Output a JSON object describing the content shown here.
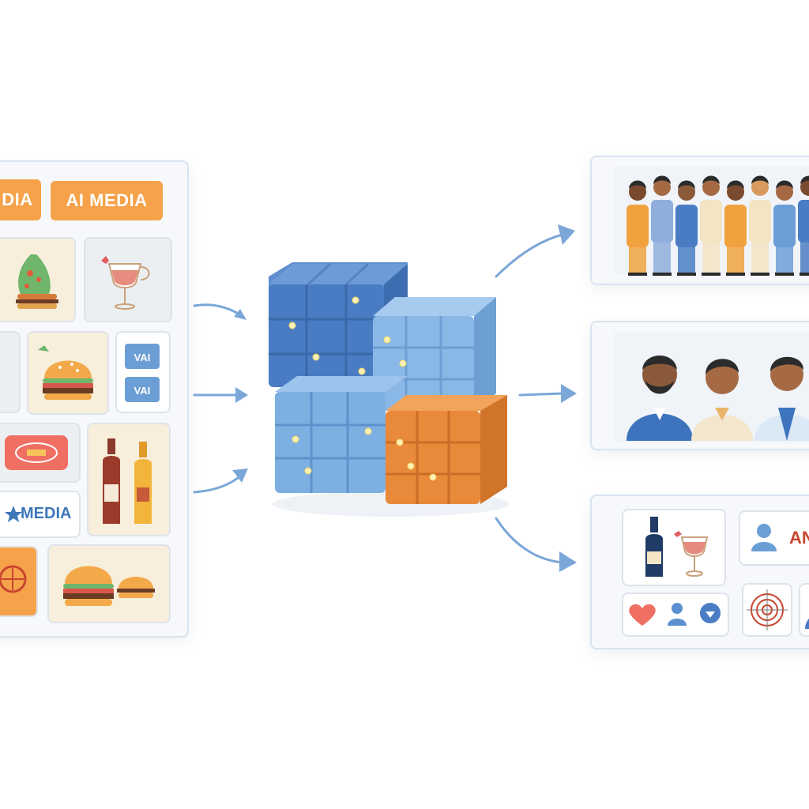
{
  "labels": {
    "left_top_partial": "DIA",
    "left_top_badge": "AI MEDIA",
    "left_media_word": "MEDIA",
    "right_icon_text": "AN"
  },
  "colors": {
    "accent_blue": "#5b8fd0",
    "light_blue": "#8ab8e6",
    "orange": "#e98a3a",
    "badge_orange": "#f6a24a",
    "panel_border": "#d9e3f0"
  },
  "icons": {
    "input_items": [
      "burger-icon",
      "wine-glass-icon",
      "bottles-icon",
      "media-logo-icon",
      "food-logo-icon"
    ],
    "output_icons": [
      "wine-bottle-icon",
      "wine-glass-icon",
      "user-icon",
      "heart-icon",
      "badge-icon",
      "target-icon"
    ]
  }
}
